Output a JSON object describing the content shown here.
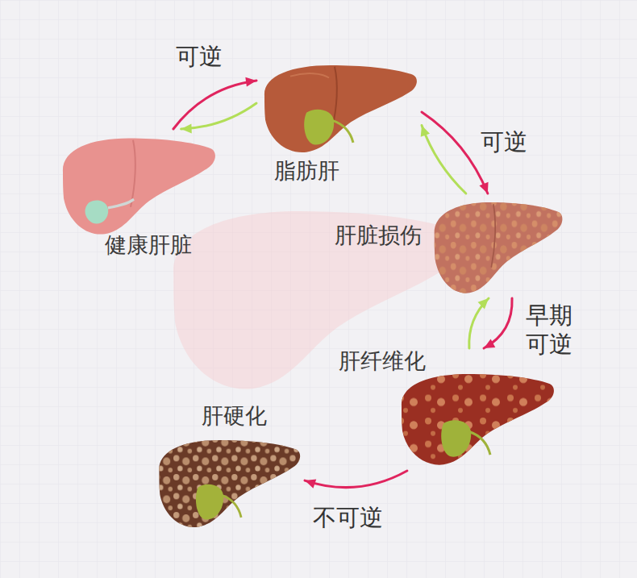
{
  "diagram": {
    "nodes": [
      {
        "text": [
          "健康肝脏"
        ]
      },
      {
        "text": [
          "脂肪肝"
        ]
      },
      {
        "text": [
          "肝脏损伤"
        ]
      },
      {
        "text": [
          "肝纤维化"
        ]
      },
      {
        "text": [
          "肝硬化"
        ]
      }
    ],
    "edges": [
      {
        "from": 0,
        "to": 1,
        "arrow": "to",
        "label": "可逆"
      },
      {
        "from": 1,
        "to": 0,
        "arrow": "to"
      },
      {
        "from": 1,
        "to": 2,
        "arrow": "to",
        "label": "可逆"
      },
      {
        "from": 2,
        "to": 1,
        "arrow": "to"
      },
      {
        "from": 2,
        "to": 3,
        "arrow": "to",
        "label": "早期 可逆"
      },
      {
        "from": 3,
        "to": 2,
        "arrow": "to"
      },
      {
        "from": 3,
        "to": 4,
        "arrow": "to",
        "label": "不可逆"
      }
    ]
  }
}
